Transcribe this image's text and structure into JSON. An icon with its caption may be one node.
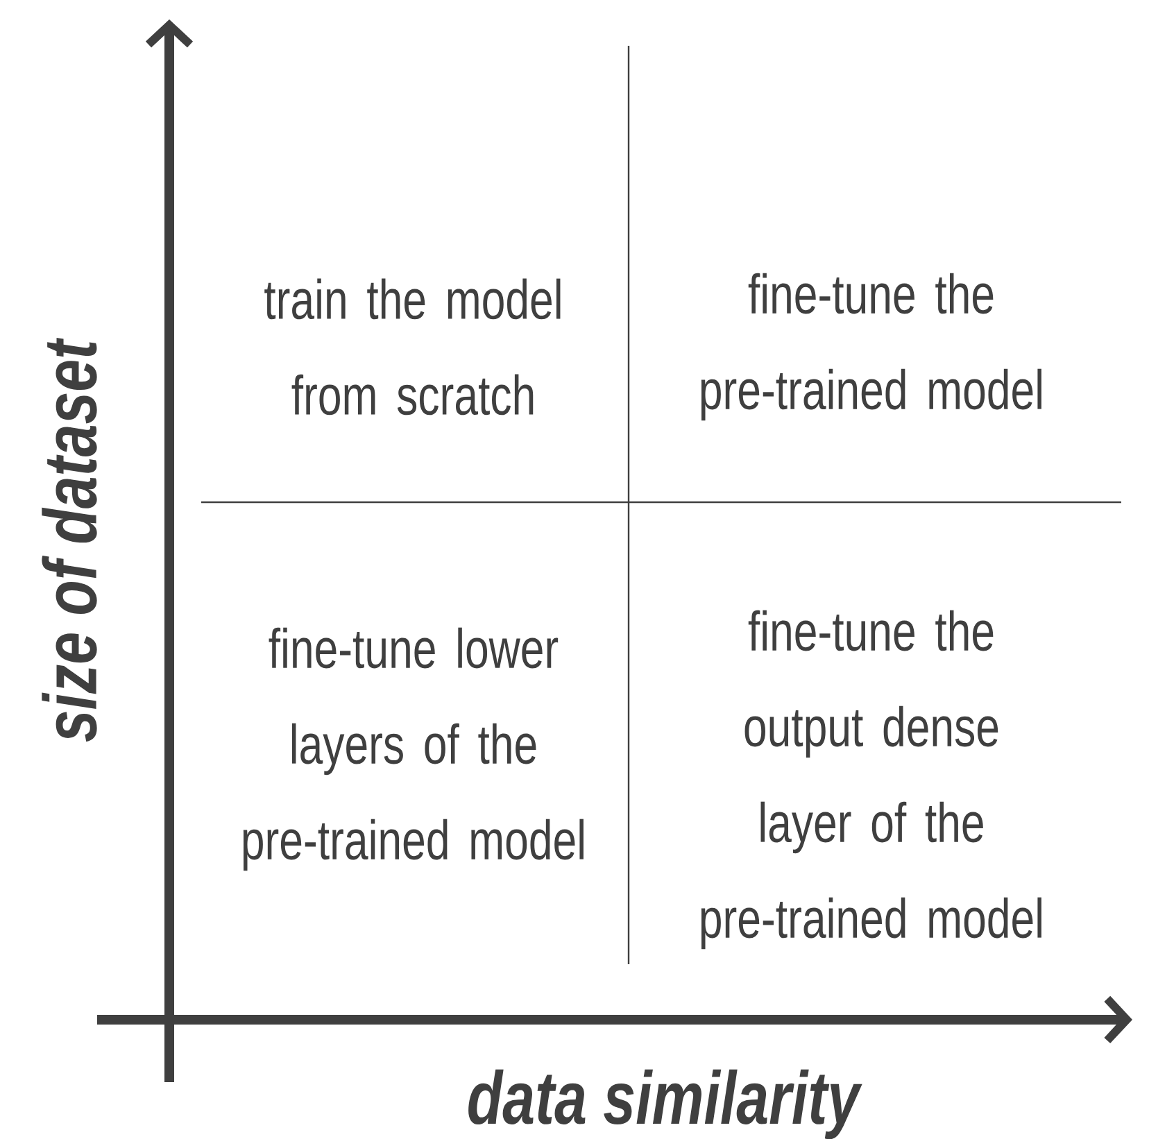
{
  "diagram": {
    "labels": [
      "train the model from scratch",
      "fine-tune the pre-trained model",
      "size of dataset",
      "fine-tune lower layers of the pre-trained model",
      "fine-tune the output dense layer of the pre-trained model",
      "data similarity"
    ]
  }
}
